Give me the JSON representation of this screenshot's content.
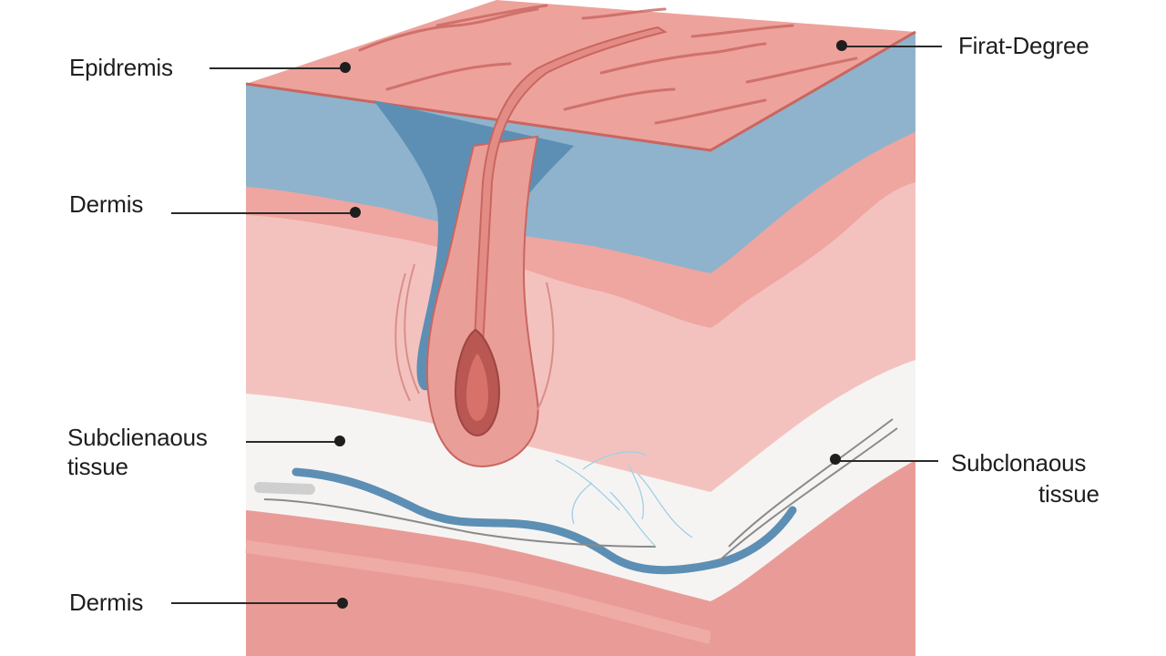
{
  "labels": {
    "epidermis": "Epidremis",
    "first_degree": "Firat-Degree",
    "dermis_top": "Dermis",
    "subcutaneous_left_line1": "Subclienaous",
    "subcutaneous_left_line2": "tissue",
    "subcutaneous_right_line1": "Subclonaous",
    "subcutaneous_right_line2": "tissue",
    "dermis_bottom": "Dermis"
  },
  "colors": {
    "epidermis_top": "#eea29c",
    "epidermis_edge": "#c9665f",
    "blue_layer": "#8fb3cc",
    "blue_dark": "#5d8fb4",
    "dermis_pink": "#f1b6b2",
    "dermis_light": "#f7cfcc",
    "subcutaneous": "#f6f4f3",
    "bottom_pink": "#e99c97",
    "follicle": "#e38c86",
    "follicle_dark": "#b95752",
    "vessel_blue": "#5d8fb4",
    "leader_line": "#2a2a2a"
  }
}
